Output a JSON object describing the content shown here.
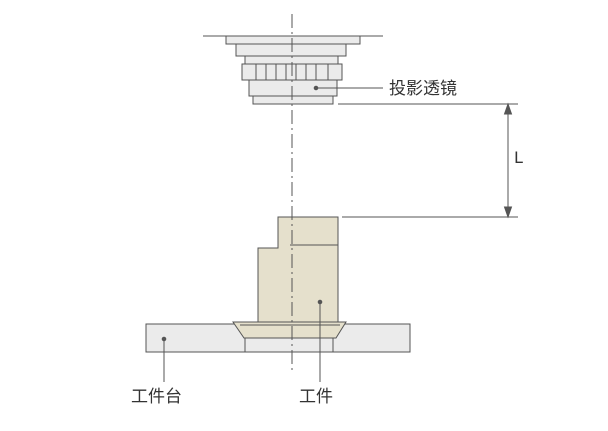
{
  "labels": {
    "projection_lens": "投影透镜",
    "distance": "L",
    "worktable": "工件台",
    "workpiece": "工件"
  },
  "colors": {
    "part_fill": "#e5e0cc",
    "lens_fill": "#ebebeb",
    "table_fill": "#ebebeb",
    "stroke": "#555555",
    "text": "#333333"
  }
}
